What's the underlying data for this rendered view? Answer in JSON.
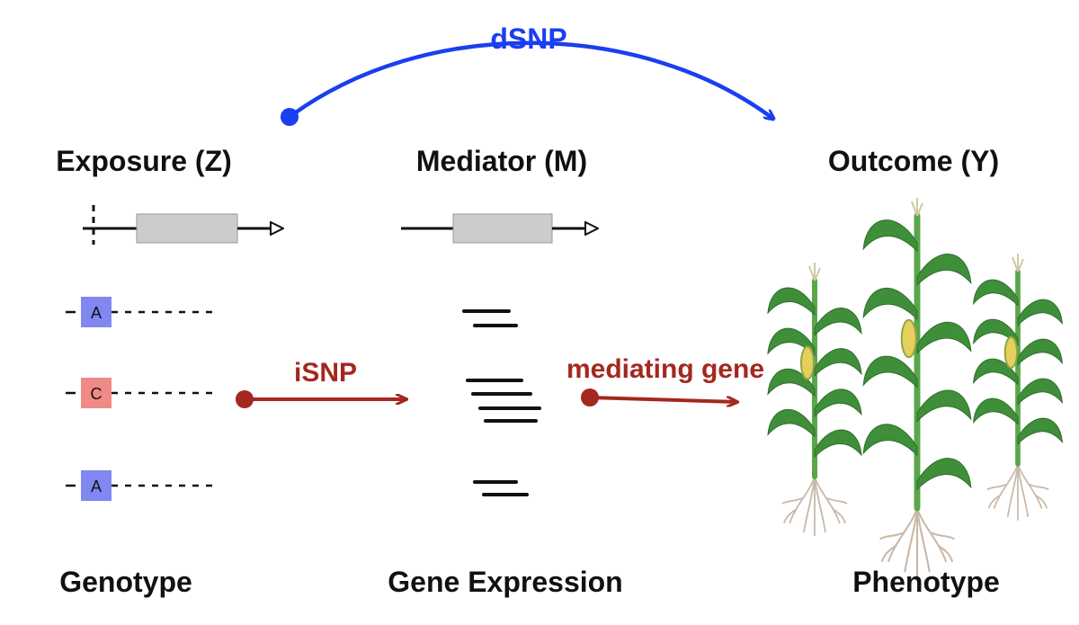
{
  "colors": {
    "direct": "#1a3ff0",
    "indirect": "#a3281f",
    "allele_a": "#8087f0",
    "allele_c": "#f08a86",
    "gene_body": "#cccccc",
    "plant_leaf": "#3f8f3a",
    "plant_stem": "#5aa64a",
    "root": "#c9b8a8"
  },
  "arrows": {
    "direct_label": "dSNP",
    "isnp_label": "iSNP",
    "mediating_label": "mediating gene"
  },
  "headers": {
    "exposure": "Exposure (Z)",
    "mediator": "Mediator (M)",
    "outcome": "Outcome (Y)"
  },
  "footers": {
    "genotype": "Genotype",
    "expression": "Gene Expression",
    "phenotype": "Phenotype"
  },
  "alleles": [
    {
      "letter": "A",
      "kind": "a"
    },
    {
      "letter": "C",
      "kind": "c"
    },
    {
      "letter": "A",
      "kind": "a"
    }
  ],
  "icons": {
    "exposure_gene": "gene-model-with-snp-icon",
    "mediator_gene": "gene-model-icon",
    "plants": "maize-plant-icon"
  }
}
